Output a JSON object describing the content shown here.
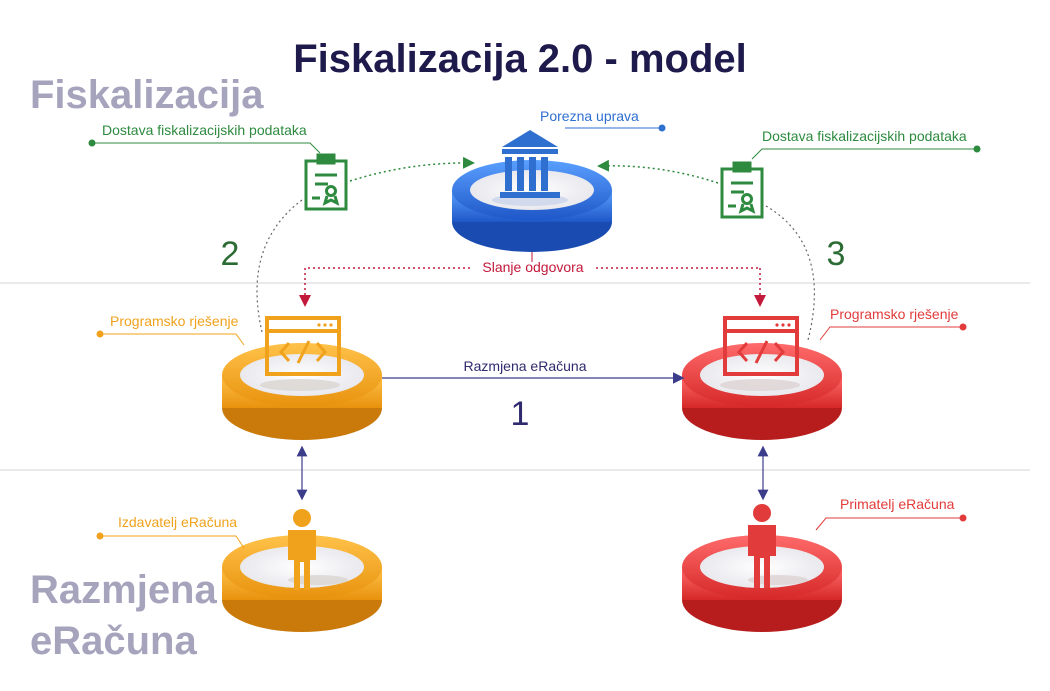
{
  "title": "Fiskalizacija 2.0 - model",
  "sections": {
    "fiskalizacija": "Fiskalizacija",
    "razmjena_line1": "Razmjena",
    "razmjena_line2": "eRačuna"
  },
  "nodes": {
    "tax_authority": {
      "label": "Porezna uprava",
      "icon": "bank-building-icon",
      "color": "#2f6fd0"
    },
    "sender_software": {
      "label": "Programsko rješenje",
      "icon": "code-window-icon",
      "color": "#f0a21c"
    },
    "receiver_software": {
      "label": "Programsko rješenje",
      "icon": "code-window-icon",
      "color": "#e23b3b"
    },
    "issuer": {
      "label": "Izdavatelj eRačuna",
      "icon": "person-icon",
      "color": "#f0a21c"
    },
    "receiver": {
      "label": "Primatelj eRačuna",
      "icon": "person-icon",
      "color": "#e23b3b"
    }
  },
  "flows": {
    "delivery_left": {
      "label": "Dostava fiskalizacijskih podataka",
      "icon": "clipboard-certificate-icon",
      "color": "#2d8a3e"
    },
    "delivery_right": {
      "label": "Dostava fiskalizacijskih podataka",
      "icon": "clipboard-certificate-icon",
      "color": "#2d8a3e"
    },
    "response": {
      "label": "Slanje odgovora",
      "color": "#c2183a"
    },
    "exchange": {
      "label": "Razmjena eRačuna",
      "color": "#2f2a6e"
    }
  },
  "steps": [
    "1",
    "2",
    "3"
  ]
}
